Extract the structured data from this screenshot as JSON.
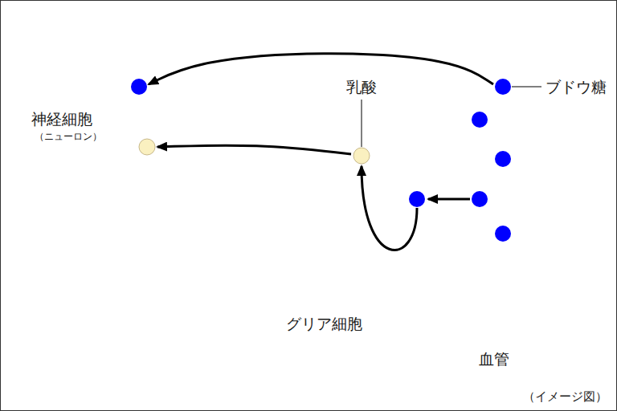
{
  "diagram": {
    "nodes": [
      {
        "text": [
          "神経細胞",
          "（ニューロン）"
        ]
      },
      {
        "text": [
          "グリア細胞"
        ]
      },
      {
        "text": [
          "血管"
        ]
      }
    ],
    "edges": [
      {
        "from": 2,
        "to": 0,
        "arrow": "to"
      },
      {
        "from": 2,
        "to": 1,
        "arrow": "to"
      },
      {
        "from": 1,
        "to": 0,
        "arrow": "to"
      }
    ],
    "labels": [
      "乳酸",
      "ブドウ糖",
      "（イメージ図）"
    ]
  }
}
